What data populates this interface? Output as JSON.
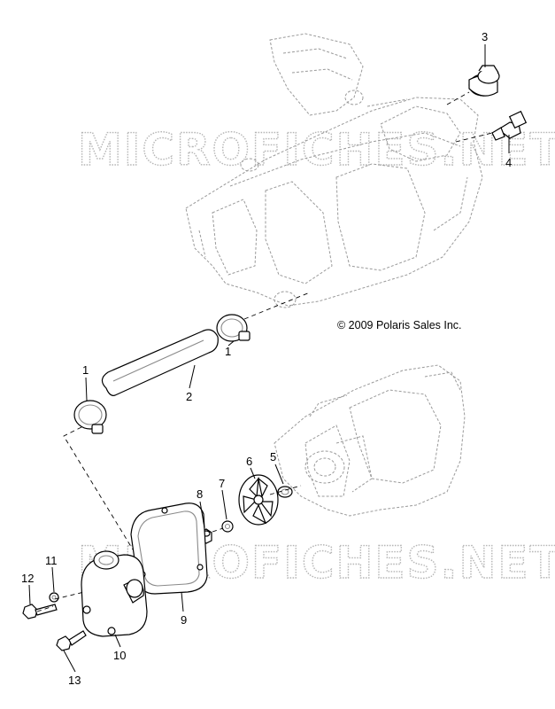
{
  "copyright": "© 2009 Polaris Sales Inc.",
  "watermark": "MICROFICHES.NET",
  "callouts": {
    "c1a": "1",
    "c1b": "1",
    "c2": "2",
    "c3": "3",
    "c4": "4",
    "c5": "5",
    "c6": "6",
    "c7": "7",
    "c8": "8",
    "c9": "9",
    "c10": "10",
    "c11": "11",
    "c12": "12",
    "c13": "13"
  }
}
